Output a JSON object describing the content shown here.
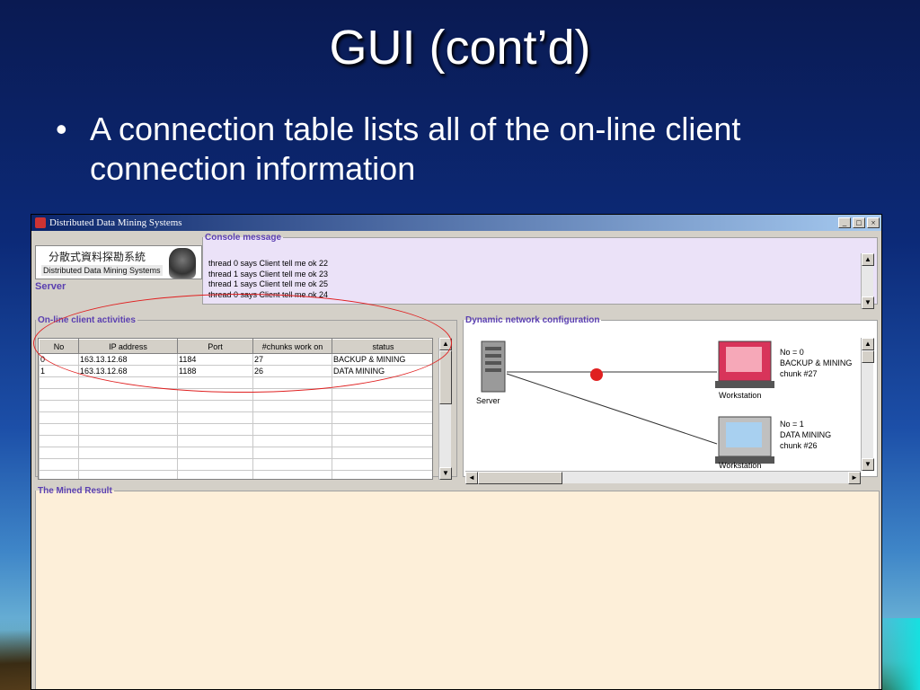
{
  "slide": {
    "title": "GUI (cont’d)",
    "bullet_symbol": "•",
    "bullet": "A connection table lists all of the on-line client connection information"
  },
  "window": {
    "title": "Distributed Data Mining Systems",
    "controls": {
      "minimize": "_",
      "maximize": "□",
      "close": "×"
    },
    "logo": {
      "chinese": "分散式資料探勘系統",
      "english": "Distributed Data Mining Systems"
    },
    "server_label": "Server",
    "console": {
      "legend": "Console message",
      "lines": [
        "thread 0 says Client tell me ok 22",
        "thread 1 says Client tell me ok 23",
        "thread 1 says Client tell me ok 25",
        "thread 0 says Client tell me ok 24"
      ]
    },
    "clients": {
      "legend": "On-line client activities",
      "columns": [
        "No",
        "IP address",
        "Port",
        "#chunks work on",
        "status"
      ],
      "rows": [
        [
          "0",
          "163.13.12.68",
          "1184",
          "27",
          "BACKUP & MINING"
        ],
        [
          "1",
          "163.13.12.68",
          "1188",
          "26",
          "DATA MINING"
        ]
      ],
      "empty_rows": 9
    },
    "network": {
      "legend": "Dynamic network configuration",
      "server_label": "Server",
      "workstations": [
        {
          "label": "Workstation",
          "info": [
            "No = 0",
            "BACKUP & MINING",
            "chunk #27"
          ],
          "color": "#d8345a"
        },
        {
          "label": "Workstation",
          "info": [
            "No = 1",
            "DATA MINING",
            "chunk #26"
          ],
          "color": "#c0c0c0"
        }
      ],
      "packet_color": "#e02020"
    },
    "mined": {
      "legend": "The Mined Result"
    }
  }
}
